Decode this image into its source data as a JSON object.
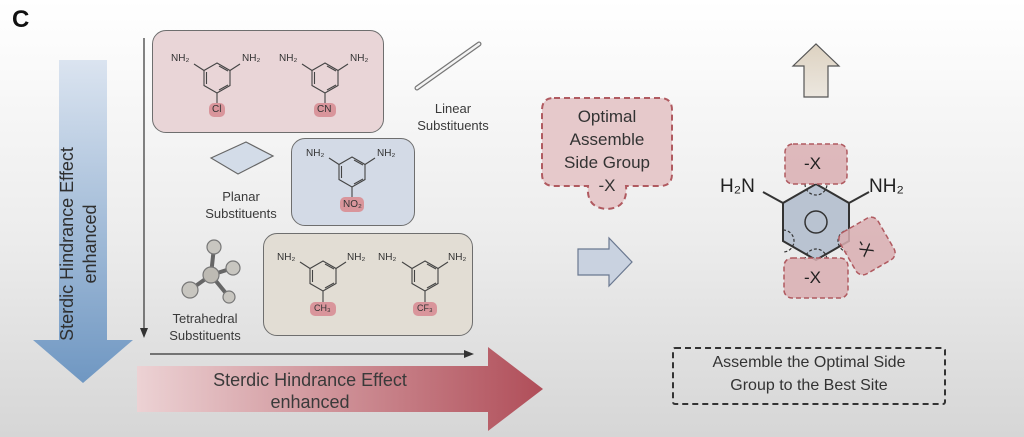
{
  "panel_label": "C",
  "vertical_arrow_label": [
    "Sterdic Hindrance Effect",
    "enhanced"
  ],
  "horizontal_arrow_label": [
    "Sterdic Hindrance Effect",
    "enhanced"
  ],
  "molecules": {
    "amine_a": "NH₂",
    "amine_b": "NH₂",
    "sub_cl": "Cl",
    "sub_cn": "CN",
    "sub_no2": "NO₂",
    "sub_ch3": "CH₃",
    "sub_cf3": "CF₃"
  },
  "labels": {
    "linear": [
      "Linear",
      "Substituents"
    ],
    "planar": [
      "Planar",
      "Substituents"
    ],
    "tetrahedral": [
      "Tetrahedral",
      "Substituents"
    ]
  },
  "bubble": [
    "Optimal",
    "Assemble",
    "Side Group",
    "-X"
  ],
  "site_groups": {
    "top": "-X",
    "right": "-X",
    "bottom": "-X"
  },
  "product_amines": {
    "left": "H₂N",
    "right": "NH₂"
  },
  "summary_box": [
    "Assemble the Optimal Side",
    "Group to the Best Site"
  ],
  "colors": {
    "vertical_arrow_top": "#cfdbeb",
    "vertical_arrow_bottom": "#6b94bf",
    "horizontal_arrow_left": "#e8c9cb",
    "horizontal_arrow_right": "#b5545e",
    "highlight_pink": "#d68a91",
    "ring_fill": "#b9c3d1"
  }
}
